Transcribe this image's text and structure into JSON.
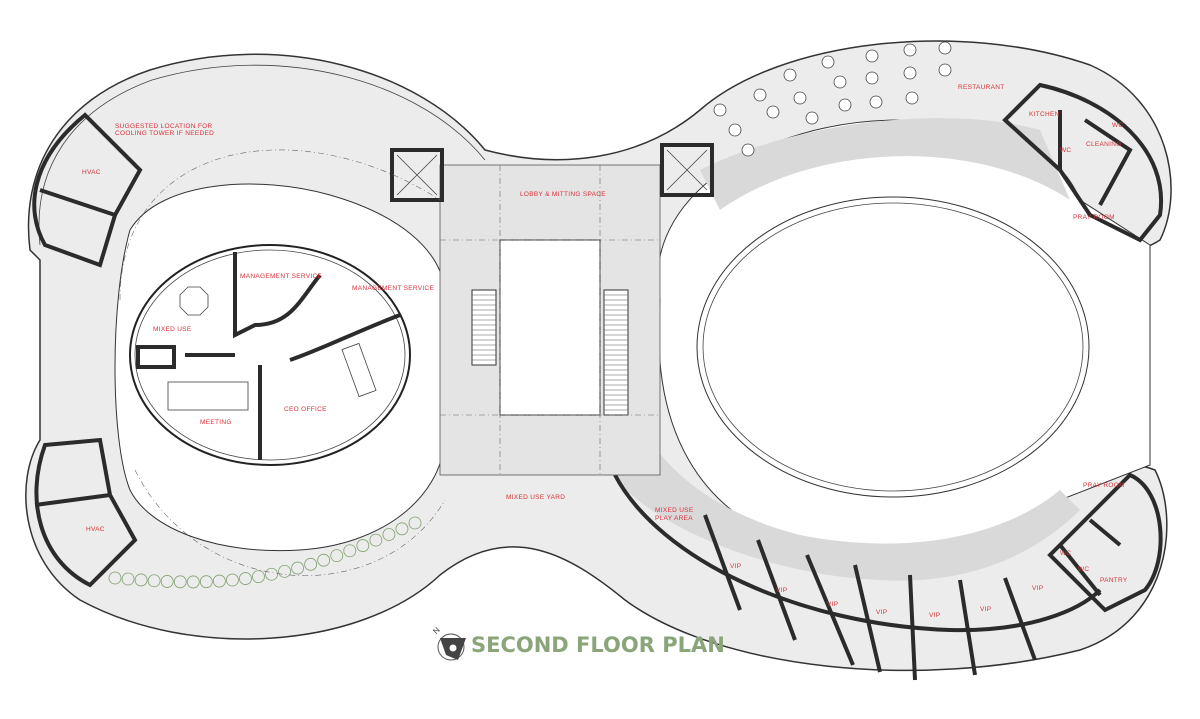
{
  "title": "SECOND FLOOR PLAN",
  "north_label": "N",
  "colors": {
    "label": "#d8333b",
    "title": "#8aa57a",
    "corridor": "#e9e9e9",
    "wall": "#2b2b2b"
  },
  "rooms": {
    "cooling_tower_line1": "SUGGESTED LOCATION FOR",
    "cooling_tower_line2": "COOLING TOWER IF NEEDED",
    "hvac_top": "HVAC",
    "hvac_bottom": "HVAC",
    "management_service_1": "MANAGEMENT SERVICE",
    "management_service_2": "MANAGEMENT SERVICE",
    "mixed_use": "MIXED USE",
    "meeting": "MEETING",
    "ceo_office": "CEO OFFICE",
    "lobby": "LOBBY & MITTING SPACE",
    "restaurant": "RESTAURANT",
    "kitchen": "KITCHEN",
    "wc_top_1": "WC",
    "wc_top_2": "WC",
    "cleaning": "CLEANING",
    "pray_room_top": "PRAY ROOM",
    "pray_room_bottom": "PRAY ROOM",
    "wc_bottom_1": "WC",
    "wc_bottom_2": "WC",
    "pantry": "PANTRY",
    "mixed_use_yard": "MIXED USE YARD",
    "play_area_line1": "MIXED USE",
    "play_area_line2": "PLAY AREA",
    "vip": [
      "VIP",
      "VIP",
      "VIP",
      "VIP",
      "VIP",
      "VIP",
      "VIP"
    ]
  }
}
